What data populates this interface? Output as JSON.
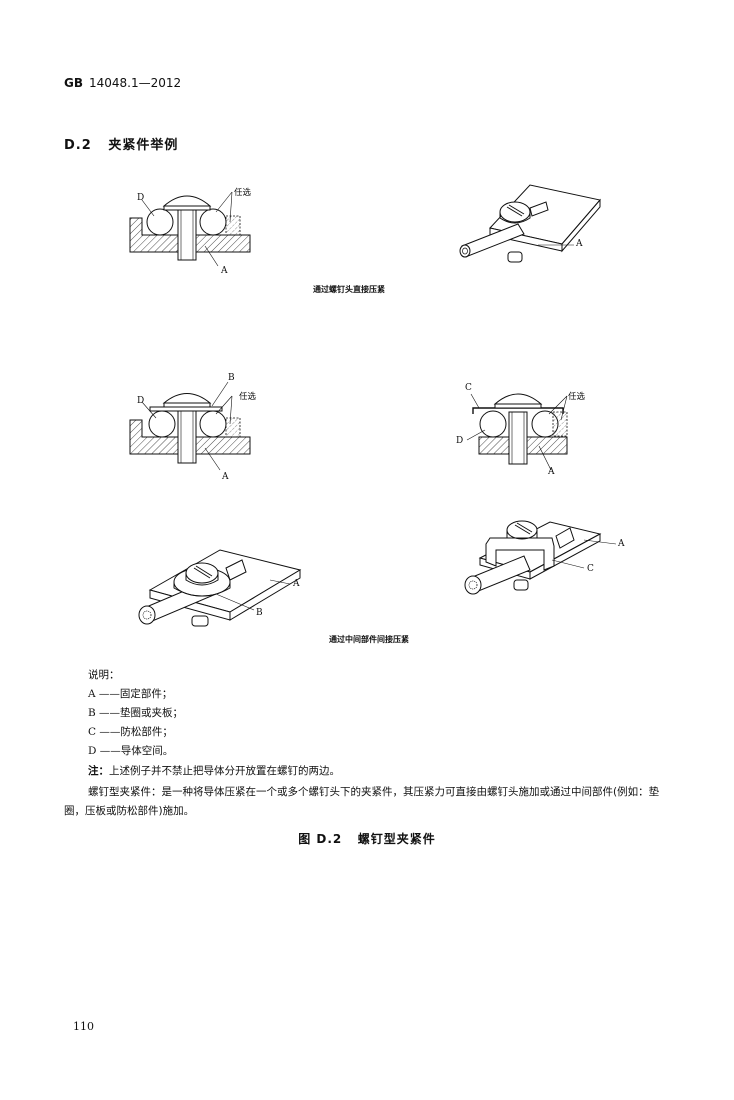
{
  "header": {
    "standard_code": "GB",
    "standard_number": "14048.1—2012"
  },
  "section": {
    "number": "D.2",
    "title": "夹紧件举例"
  },
  "figure_labels": {
    "A": "A",
    "B": "B",
    "C": "C",
    "D": "D",
    "optional": "任选"
  },
  "captions": {
    "direct": "通过螺钉头直接压紧",
    "indirect": "通过中间部件间接压紧"
  },
  "legend": {
    "title": "说明：",
    "items": [
      {
        "key": "A",
        "text": "A ——固定部件；"
      },
      {
        "key": "B",
        "text": "B ——垫圈或夹板；"
      },
      {
        "key": "C",
        "text": "C ——防松部件；"
      },
      {
        "key": "D",
        "text": "D ——导体空间。"
      }
    ]
  },
  "note": {
    "label": "注：",
    "text": "上述例子并不禁止把导体分开放置在螺钉的两边。"
  },
  "paragraph": "螺钉型夹紧件：是一种将导体压紧在一个或多个螺钉头下的夹紧件，其压紧力可直接由螺钉头施加或通过中间部件(例如：垫圈，压板或防松部件)施加。",
  "figure_title": {
    "number": "图 D.2",
    "text": "螺钉型夹紧件"
  },
  "page_number": "110"
}
